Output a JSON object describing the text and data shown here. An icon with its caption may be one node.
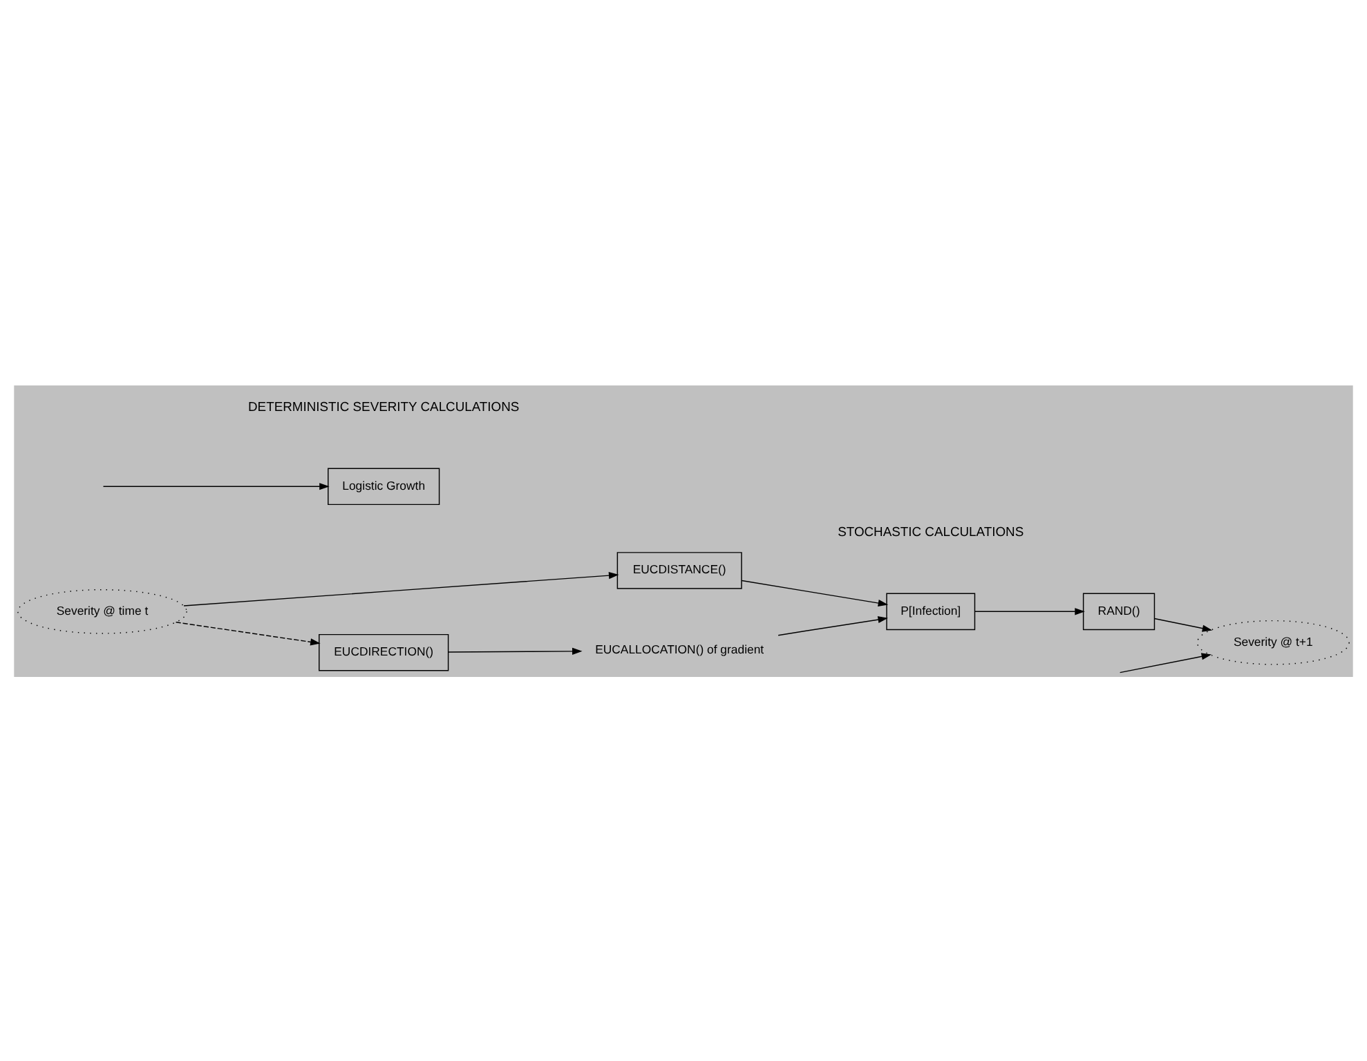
{
  "diagram": {
    "nodes": [
      {
        "text": [
          "Severity @ time t"
        ]
      },
      {
        "text": [
          "EUCDISTANCE()"
        ]
      },
      {
        "text": [
          "P[Infection]"
        ]
      },
      {
        "text": [
          "RAND()"
        ]
      },
      {
        "text": [
          "Severity @ t+1"
        ]
      },
      {
        "text": [
          "EUCDIRECTION()"
        ]
      },
      {
        "text": [
          "EUCALLOCATION() of gradient"
        ]
      },
      {
        "text": [
          "Logistic Growth"
        ]
      }
    ],
    "edges": [
      {
        "from": 0,
        "to": 1,
        "arrow": "to"
      },
      {
        "from": 1,
        "to": 2,
        "arrow": "to"
      },
      {
        "from": 2,
        "to": 3,
        "arrow": "to"
      },
      {
        "from": 3,
        "to": 4,
        "arrow": "to"
      },
      {
        "from": 0,
        "to": 5,
        "arrow": "to",
        "style": "dashed"
      },
      {
        "from": 5,
        "to": 6,
        "arrow": "to"
      },
      {
        "from": 6,
        "to": 2,
        "arrow": "to"
      },
      {
        "from": null,
        "to": 7,
        "arrow": "to"
      },
      {
        "from": null,
        "to": 4,
        "arrow": "to"
      }
    ],
    "labels": [
      "STOCHASTIC CALCULATIONS",
      "DETERMINISTIC SEVERITY CALCULATIONS"
    ]
  }
}
